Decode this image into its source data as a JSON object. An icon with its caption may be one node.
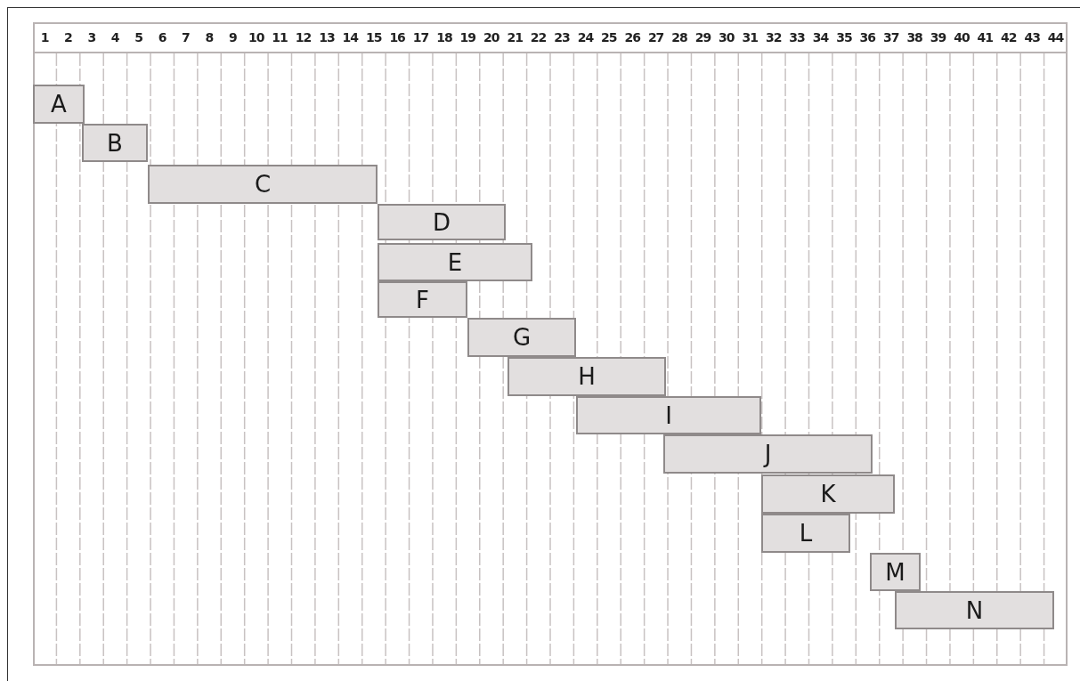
{
  "diagram": {
    "nodes": [
      {
        "text": [
          "A"
        ]
      },
      {
        "text": [
          "B"
        ]
      },
      {
        "text": [
          "C"
        ]
      },
      {
        "text": [
          "D"
        ]
      },
      {
        "text": [
          "E"
        ]
      },
      {
        "text": [
          "F"
        ]
      },
      {
        "text": [
          "G"
        ]
      },
      {
        "text": [
          "H"
        ]
      },
      {
        "text": [
          "I"
        ]
      },
      {
        "text": [
          "J"
        ]
      },
      {
        "text": [
          "K"
        ]
      },
      {
        "text": [
          "L"
        ]
      },
      {
        "text": [
          "M"
        ]
      },
      {
        "text": [
          "N"
        ]
      }
    ],
    "labels": [
      "1",
      "2",
      "3",
      "4",
      "5",
      "6",
      "7",
      "8",
      "9",
      "10",
      "11",
      "12",
      "13",
      "14",
      "15",
      "16",
      "17",
      "18",
      "19",
      "20",
      "21",
      "22",
      "23",
      "24",
      "25",
      "26",
      "27",
      "28",
      "29",
      "30",
      "31",
      "32",
      "33",
      "34",
      "35",
      "36",
      "37",
      "38",
      "39",
      "40",
      "41",
      "42",
      "43",
      "44"
    ]
  }
}
